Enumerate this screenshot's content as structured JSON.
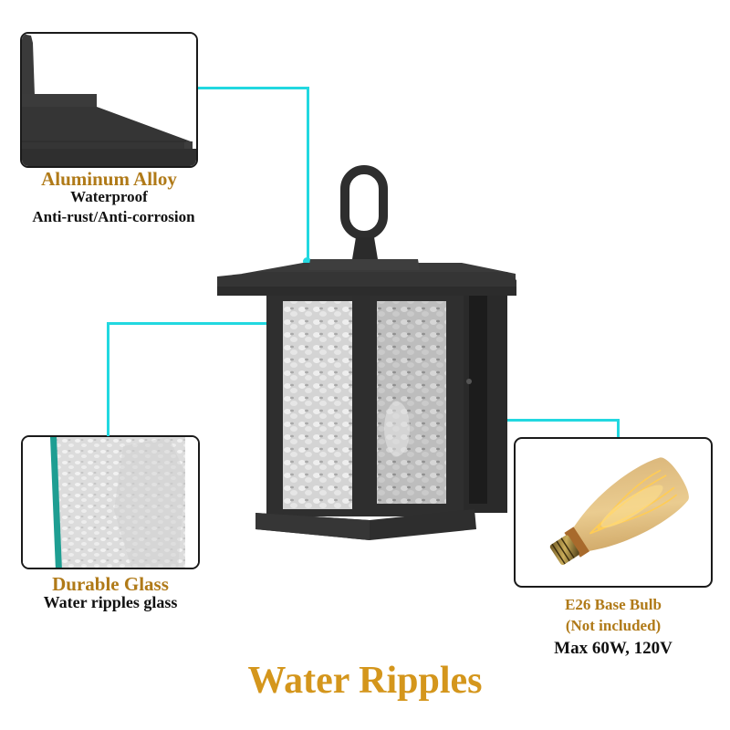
{
  "colors": {
    "accent_gold": "#b07a18",
    "title_gold": "#d4961c",
    "connector_cyan": "#22d8e0",
    "fixture_black": "#2e2e2e",
    "text_black": "#111111"
  },
  "callouts": {
    "aluminum": {
      "title": "Aluminum Alloy",
      "line1": "Waterproof",
      "line2": "Anti-rust/Anti-corrosion",
      "image": "aluminum-frame-closeup"
    },
    "glass": {
      "title": "Durable Glass",
      "line1": "Water ripples glass",
      "image": "water-ripple-glass-closeup"
    },
    "bulb": {
      "title_line1": "E26 Base Bulb",
      "title_line2": "(Not included)",
      "line1": "Max 60W, 120V",
      "image": "edison-bulb"
    }
  },
  "product": {
    "image": "outdoor-wall-lantern"
  },
  "footer": {
    "title": "Water Ripples"
  }
}
